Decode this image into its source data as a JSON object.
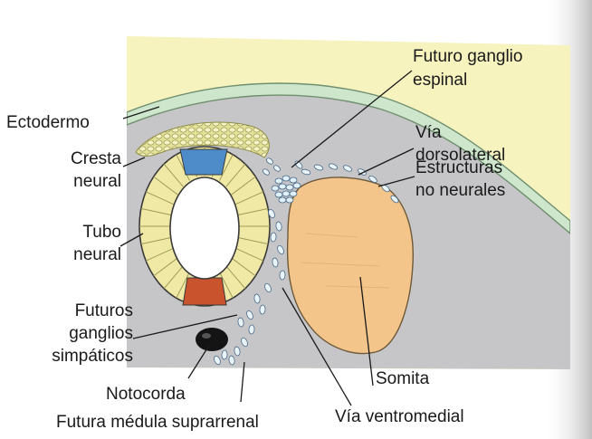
{
  "labels": {
    "ectodermo": "Ectodermo",
    "cresta_line1": "Cresta",
    "cresta_line2": "neural",
    "tubo_line1": "Tubo",
    "tubo_line2": "neural",
    "futuros_line1": "Futuros",
    "futuros_line2": "ganglios",
    "futuros_line3": "simpáticos",
    "notocorda": "Notocorda",
    "medula": "Futura médula suprarrenal",
    "ganglio_line1": "Futuro ganglio",
    "ganglio_line2": "espinal",
    "dorsolateral_line1": "Vía",
    "dorsolateral_line2": "dorsolateral",
    "estructuras_line1": "Estructuras",
    "estructuras_line2": "no neurales",
    "somita": "Somita",
    "ventromedial": "Vía ventromedial"
  },
  "colors": {
    "background_yellow": "#f6f3bf",
    "tissue_gray": "#c6c5c7",
    "ectoderm_green": "#cde6cc",
    "neural_tube_yellow": "#f0e9a6",
    "roof_plate_blue": "#4d8cc8",
    "floor_plate_red": "#c8532c",
    "somite_orange": "#f3c58a",
    "notochord": "#141414"
  }
}
